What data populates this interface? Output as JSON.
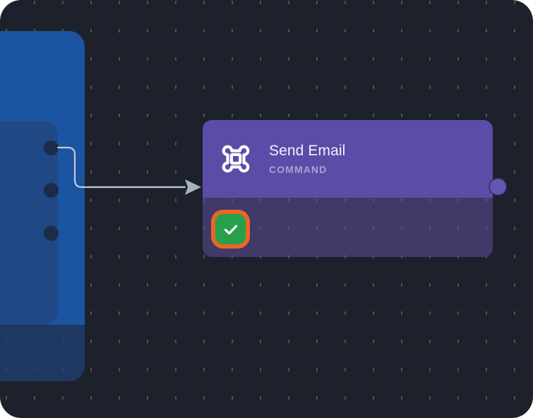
{
  "canvas": {
    "background_color": "#1d212b",
    "grid": "dot-grid",
    "grid_spacing": 40
  },
  "source_node": {
    "name": "source-node",
    "header_color": "#1b54a0",
    "panel_color": "#204885",
    "footer_color": "#213f71",
    "ports": [
      {
        "name": "output-port-1",
        "color": "#1b2b4a"
      },
      {
        "name": "output-port-2",
        "color": "#1b2b4a"
      },
      {
        "name": "output-port-3",
        "color": "#1b2b4a"
      }
    ],
    "field": {
      "name": "text-field",
      "value": ""
    }
  },
  "edge": {
    "name": "connection-edge",
    "color": "#c3c9d4",
    "arrow": "arrowhead"
  },
  "command_node": {
    "title": "Send Email",
    "subtitle": "COMMAND",
    "icon": "command-icon",
    "header_color": "#5b4ca8",
    "body_color": "#393357",
    "status": {
      "icon": "check-icon",
      "badge_color": "#27a04e",
      "ring_color": "#ef6522",
      "state": "success"
    },
    "output_port": {
      "name": "output-port",
      "color": "#6355b4"
    }
  }
}
